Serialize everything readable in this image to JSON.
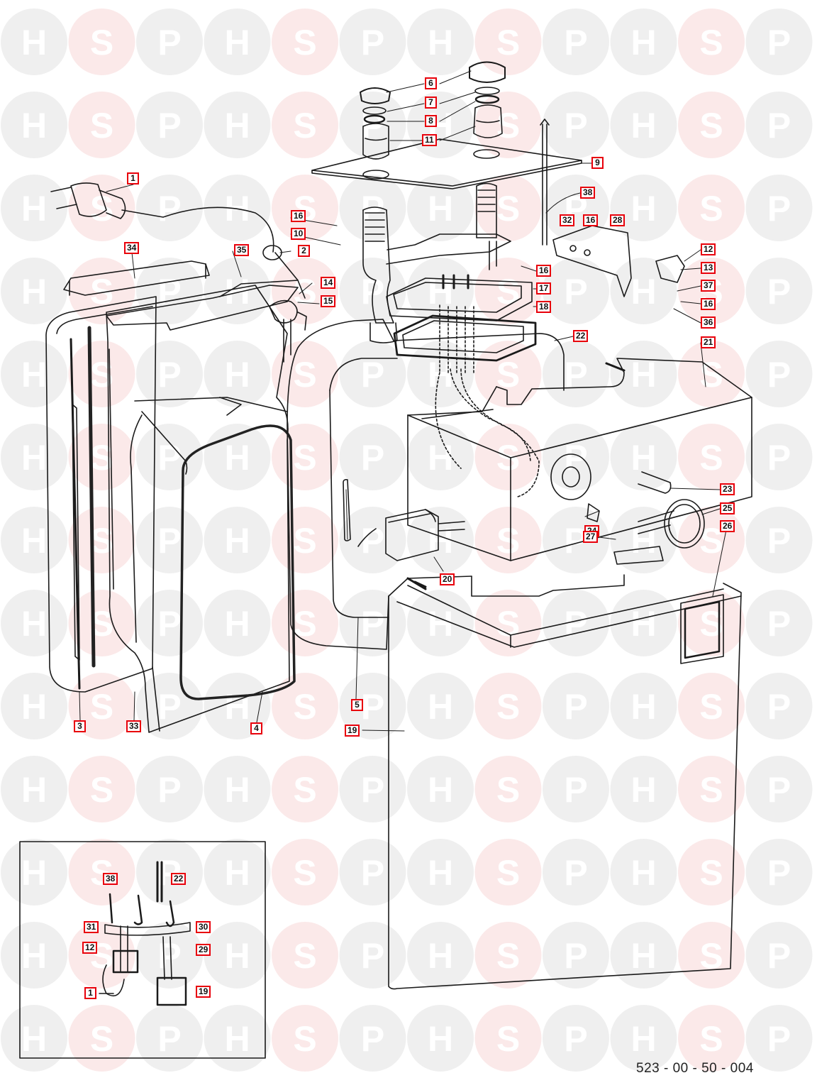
{
  "watermark": {
    "letters": [
      "H",
      "S",
      "P"
    ],
    "grey": "#dcdcdc",
    "red": "#f6cfcf"
  },
  "accent_color": "#e8000b",
  "drawing_code": "523 - 00 - 50 - 004",
  "callouts": [
    {
      "id": "c-1a",
      "text": "1"
    },
    {
      "id": "c-2",
      "text": "2"
    },
    {
      "id": "c-3",
      "text": "3"
    },
    {
      "id": "c-4",
      "text": "4"
    },
    {
      "id": "c-5",
      "text": "5"
    },
    {
      "id": "c-6",
      "text": "6"
    },
    {
      "id": "c-7",
      "text": "7"
    },
    {
      "id": "c-8",
      "text": "8"
    },
    {
      "id": "c-9",
      "text": "9"
    },
    {
      "id": "c-10",
      "text": "10"
    },
    {
      "id": "c-11",
      "text": "11"
    },
    {
      "id": "c-12",
      "text": "12"
    },
    {
      "id": "c-13",
      "text": "13"
    },
    {
      "id": "c-14",
      "text": "14"
    },
    {
      "id": "c-15",
      "text": "15"
    },
    {
      "id": "c-16a",
      "text": "16"
    },
    {
      "id": "c-16b",
      "text": "16"
    },
    {
      "id": "c-16c",
      "text": "16"
    },
    {
      "id": "c-16d",
      "text": "16"
    },
    {
      "id": "c-17",
      "text": "17"
    },
    {
      "id": "c-18",
      "text": "18"
    },
    {
      "id": "c-19",
      "text": "19"
    },
    {
      "id": "c-20",
      "text": "20"
    },
    {
      "id": "c-21",
      "text": "21"
    },
    {
      "id": "c-22",
      "text": "22"
    },
    {
      "id": "c-23",
      "text": "23"
    },
    {
      "id": "c-24",
      "text": "24"
    },
    {
      "id": "c-25",
      "text": "25"
    },
    {
      "id": "c-26",
      "text": "26"
    },
    {
      "id": "c-27",
      "text": "27"
    },
    {
      "id": "c-28",
      "text": "28"
    },
    {
      "id": "c-32",
      "text": "32"
    },
    {
      "id": "c-33",
      "text": "33"
    },
    {
      "id": "c-34",
      "text": "34"
    },
    {
      "id": "c-35",
      "text": "35"
    },
    {
      "id": "c-36",
      "text": "36"
    },
    {
      "id": "c-37",
      "text": "37"
    },
    {
      "id": "c-38",
      "text": "38"
    },
    {
      "id": "i-38",
      "text": "38"
    },
    {
      "id": "i-22",
      "text": "22"
    },
    {
      "id": "i-31",
      "text": "31"
    },
    {
      "id": "i-30",
      "text": "30"
    },
    {
      "id": "i-12",
      "text": "12"
    },
    {
      "id": "i-29",
      "text": "29"
    },
    {
      "id": "i-1",
      "text": "1"
    },
    {
      "id": "i-19",
      "text": "19"
    }
  ]
}
